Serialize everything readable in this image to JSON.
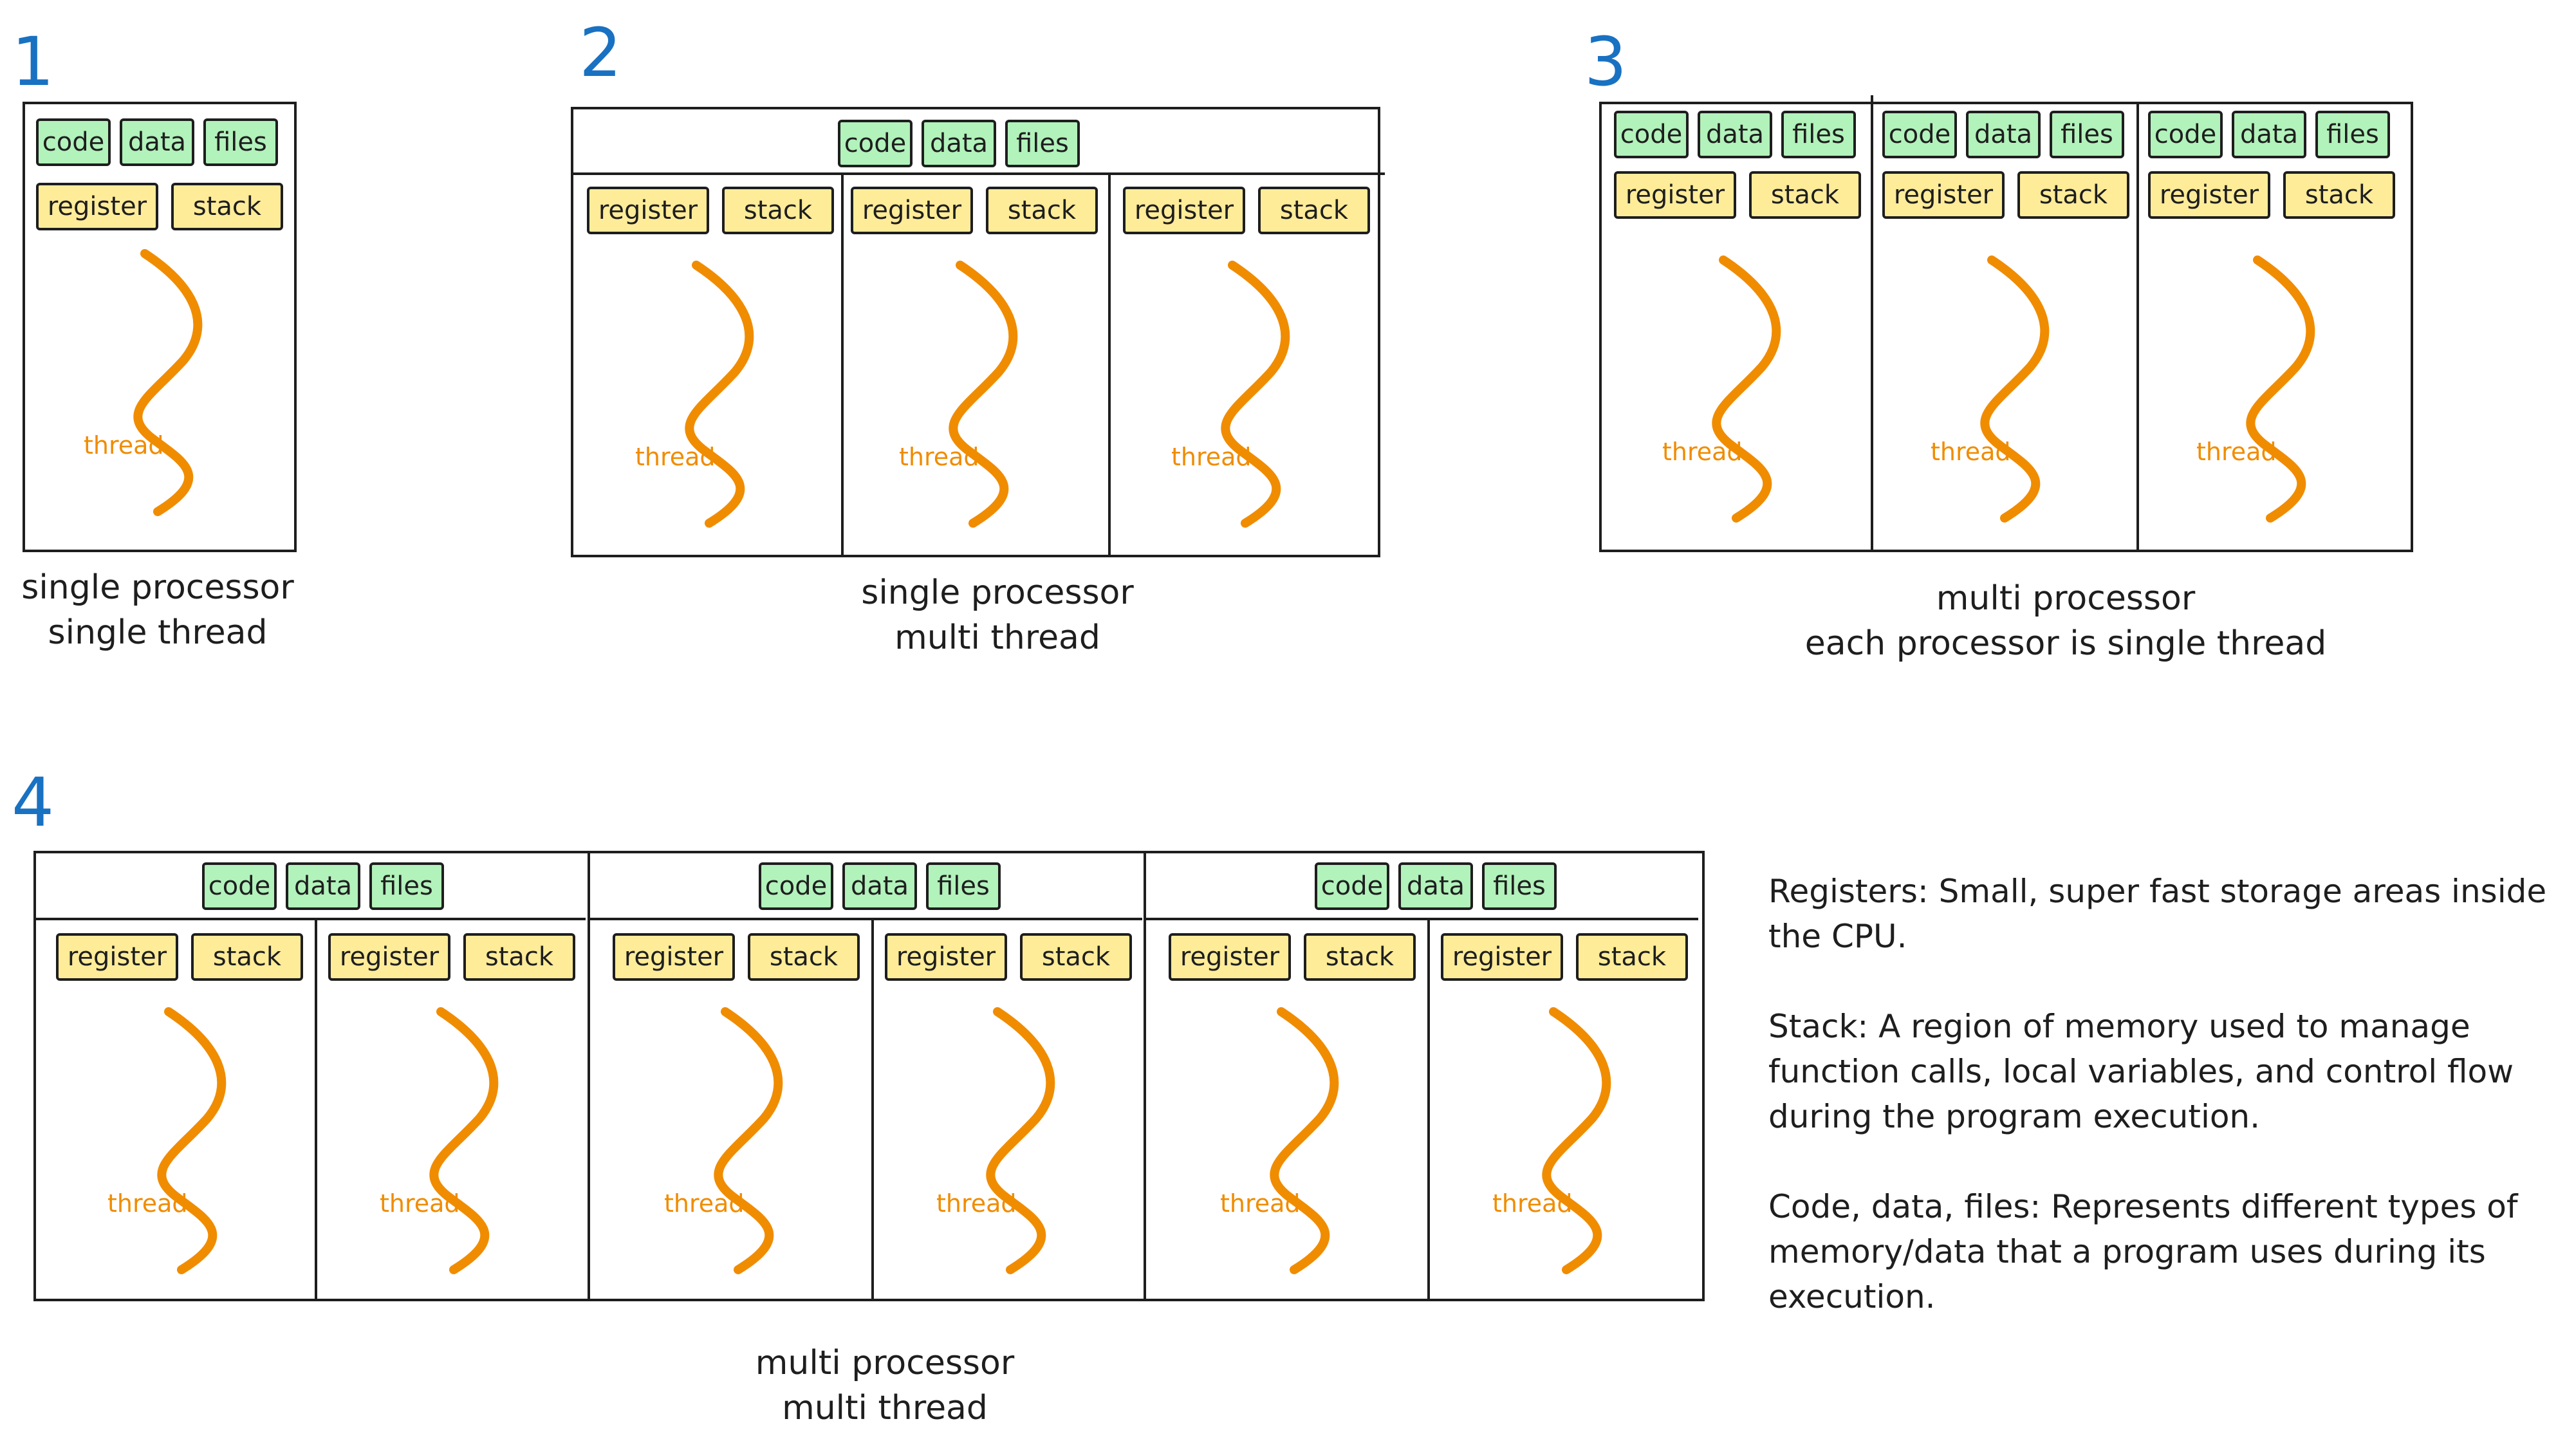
{
  "labels": {
    "code": "code",
    "data": "data",
    "files": "files",
    "register": "register",
    "stack": "stack",
    "thread": "thread"
  },
  "colors": {
    "number": "#1971c2",
    "shared_box": "#b2f2bb",
    "private_box": "#ffec99",
    "thread": "#f08c00",
    "stroke": "#1e1e1e"
  },
  "diagrams": [
    {
      "number": "1",
      "caption": [
        "single processor",
        "single thread"
      ]
    },
    {
      "number": "2",
      "caption": [
        "single processor",
        "multi thread"
      ]
    },
    {
      "number": "3",
      "caption": [
        "multi processor",
        "each processor is single thread"
      ]
    },
    {
      "number": "4",
      "caption": [
        "multi processor",
        "multi thread"
      ]
    }
  ],
  "notes": [
    "Registers: Small, super fast storage areas inside the CPU.",
    "Stack: A region of memory used to manage function calls, local variables, and control flow during the program execution.",
    "Code, data, files: Represents different types of memory/data that a program uses during its execution."
  ]
}
